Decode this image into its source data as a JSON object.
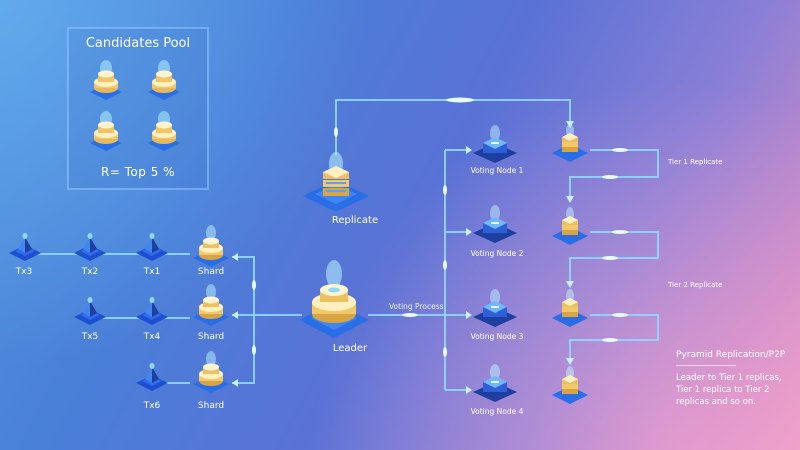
{
  "pool": {
    "title": "Candidates Pool",
    "footer": "R= Top 5 %"
  },
  "labels": {
    "replicate": "Replicate",
    "leader": "Leader",
    "voting_process": "Voting Process",
    "voting_nodes": [
      "Voting Node 1",
      "Voting Node 2",
      "Voting Node 3",
      "Voting Node 4"
    ],
    "tier1": "Tier 1 Replicate",
    "tier2": "Tier 2 Replicate",
    "shard": "Shard",
    "tx": [
      "Tx3",
      "Tx2",
      "Tx1",
      "Tx5",
      "Tx4",
      "Tx6"
    ]
  },
  "info": {
    "title": "Pyramid Replication/P2P",
    "text": "Leader to Tier 1 replicas, Tier 1 replica to Tier 2 replicas and so on."
  },
  "colors": {
    "connector": "#8fd8ff",
    "cake_top": "#f4d070",
    "pyramid": "#1e4fd0"
  }
}
